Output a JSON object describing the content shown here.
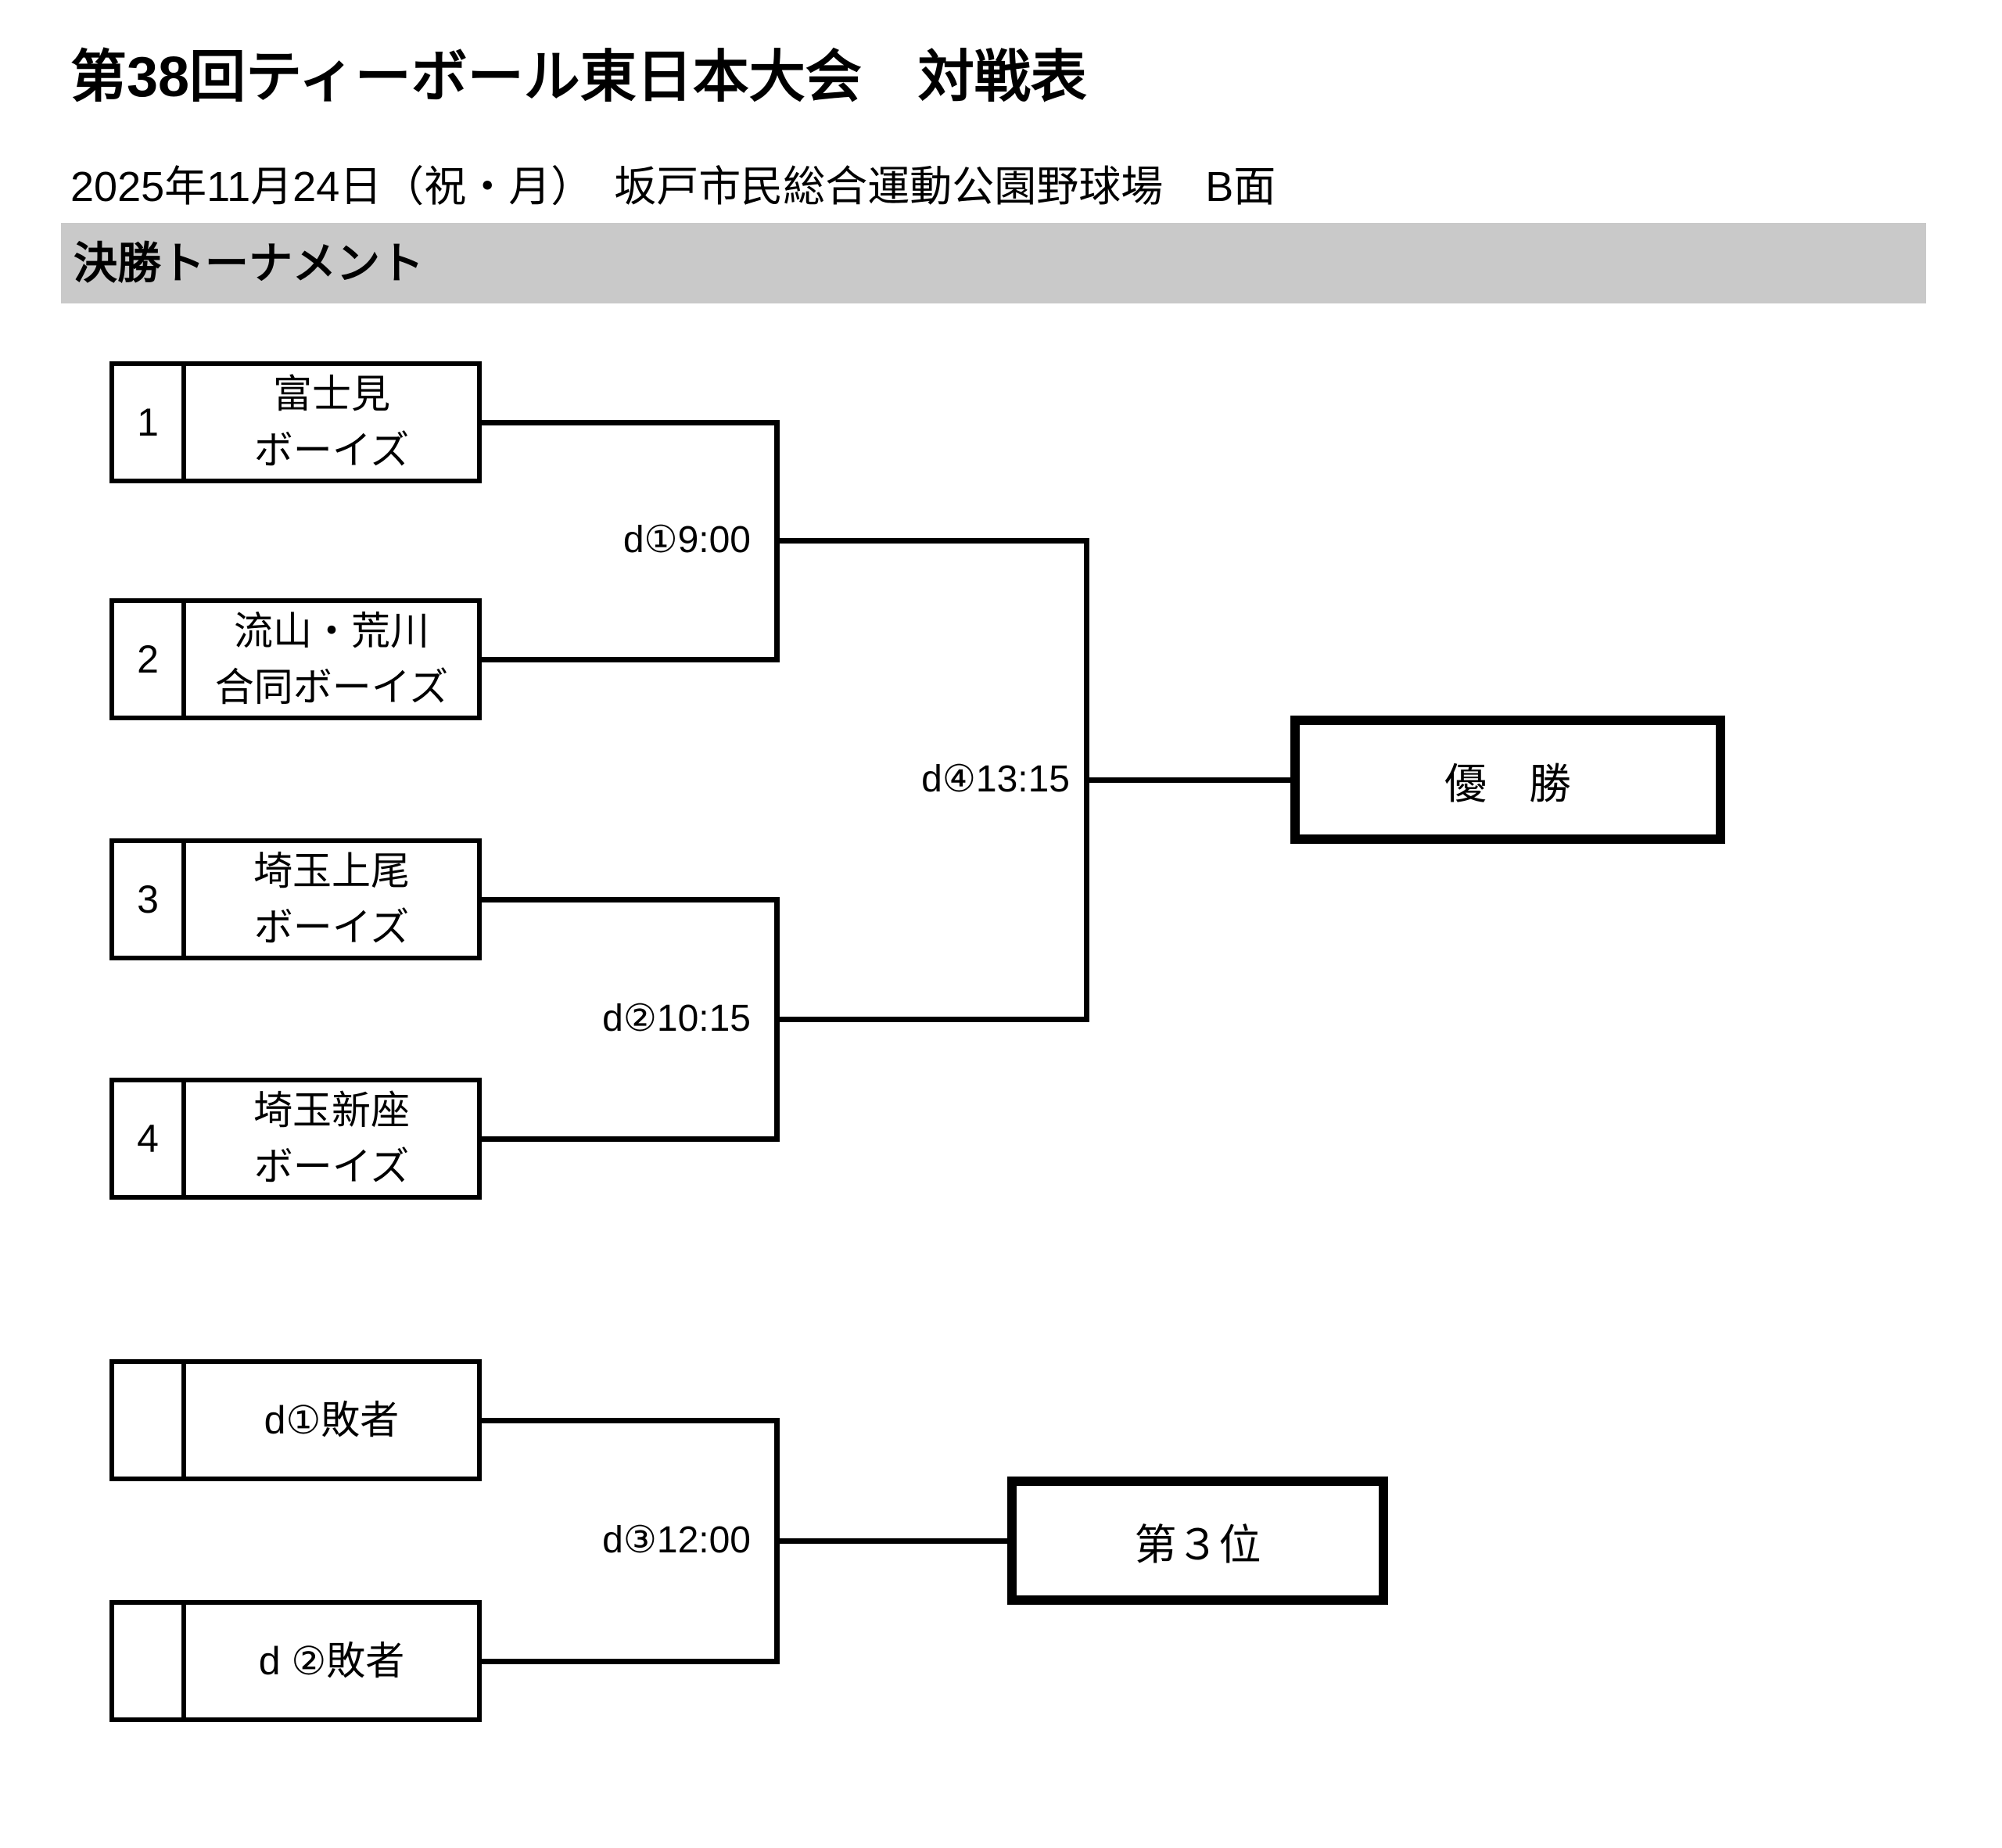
{
  "page": {
    "title": "第38回ティーボール東日本大会　対戦表",
    "date_venue": "2025年11月24日（祝・月）　坂戸市民総合運動公園野球場　B面",
    "section_header": "決勝トーナメント"
  },
  "colors": {
    "section_header_bg": "#c9c9c9",
    "line": "#000000",
    "background": "#ffffff"
  },
  "bracket": {
    "teams": [
      {
        "seed": "1",
        "name_line1": "富士見",
        "name_line2": "ボーイズ"
      },
      {
        "seed": "2",
        "name_line1": "流山・荒川",
        "name_line2": "合同ボーイズ"
      },
      {
        "seed": "3",
        "name_line1": "埼玉上尾",
        "name_line2": "ボーイズ"
      },
      {
        "seed": "4",
        "name_line1": "埼玉新座",
        "name_line2": "ボーイズ"
      }
    ],
    "matches": {
      "d1": {
        "label": "d①9:00"
      },
      "d2": {
        "label": "d②10:15"
      },
      "d3": {
        "label": "d③12:00"
      },
      "d4": {
        "label": "d④13:15"
      }
    },
    "champion_label": "優　勝",
    "third_place_label": "第３位",
    "consolation": [
      {
        "seed": "",
        "name": "d①敗者"
      },
      {
        "seed": "",
        "name": "d ②敗者"
      }
    ]
  }
}
